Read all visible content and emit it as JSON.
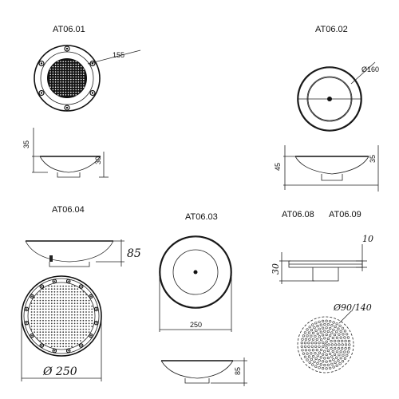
{
  "labels": {
    "at0601": "AT06.01",
    "at0602": "AT06.02",
    "at0604": "AT06.04",
    "at0603": "AT06.03",
    "at0608": "AT06.08",
    "at0609": "AT06.09"
  },
  "dims": {
    "d155": "155",
    "d35a": "35",
    "d30a": "30",
    "d160": "Ø160",
    "d45": "45",
    "d35b": "35",
    "d85a": "85",
    "d250a": "Ø 250",
    "d250b": "250",
    "d85b": "85",
    "d10": "10",
    "d30b": "30",
    "d90140": "Ø90/140"
  },
  "colors": {
    "line": "#222222",
    "background": "#ffffff"
  }
}
